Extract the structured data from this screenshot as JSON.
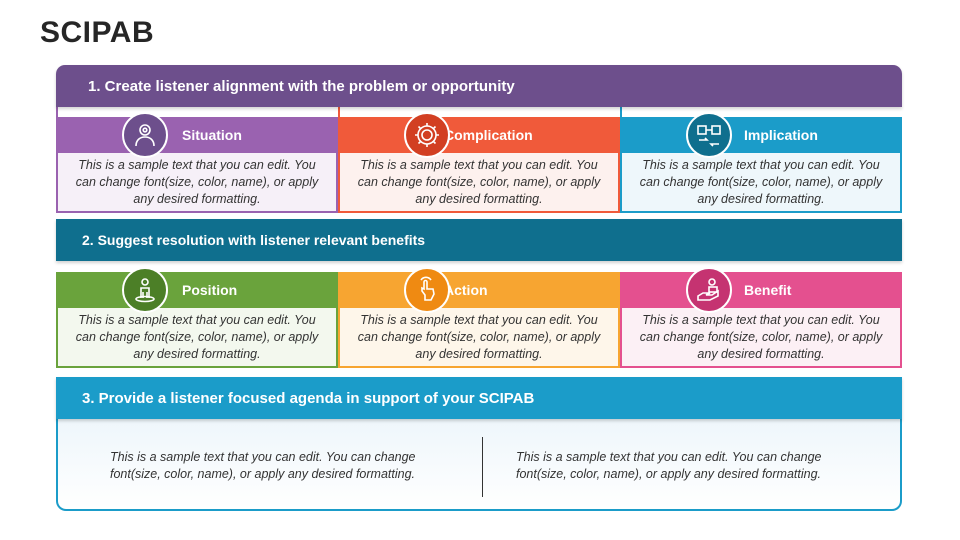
{
  "slide": {
    "title": "SCIPAB"
  },
  "sections": [
    {
      "banner": "1. Create listener alignment with the problem or opportunity",
      "color": "#6d4f8c",
      "cards": [
        {
          "label": "Situation",
          "icon": "person-gear-icon",
          "head_color": "#9a62b0",
          "border_color": "#9a62b0",
          "body_bg": "#f6f0f8",
          "text": "This is a sample text that you can edit. You can change font(size, color, name), or apply any desired formatting."
        },
        {
          "label": "Complication",
          "icon": "gear-tangle-icon",
          "head_color": "#f05a3a",
          "border_color": "#f05a3a",
          "body_bg": "#fdf1ee",
          "text": "This is a sample text that you can edit. You can change font(size, color, name), or apply any desired formatting."
        },
        {
          "label": "Implication",
          "icon": "puzzle-arrows-icon",
          "head_color": "#1b9cc9",
          "border_color": "#1b9cc9",
          "body_bg": "#eef7fb",
          "text": "This is a sample text that you can edit. You can change font(size, color, name), or apply any desired formatting."
        }
      ]
    },
    {
      "banner": "2. Suggest resolution with listener relevant benefits",
      "color": "#0f6f8e",
      "cards": [
        {
          "label": "Position",
          "icon": "person-pin-icon",
          "head_color": "#6aa33c",
          "border_color": "#6aa33c",
          "body_bg": "#f3f8ee",
          "text": "This is a sample text that you can edit. You can change font(size, color, name), or apply any desired formatting."
        },
        {
          "label": "Action",
          "icon": "hand-tap-icon",
          "head_color": "#f7a531",
          "border_color": "#f7a531",
          "body_bg": "#fef6ea",
          "text": "This is a sample text that you can edit. You can change font(size, color, name), or apply any desired formatting."
        },
        {
          "label": "Benefit",
          "icon": "hand-coins-icon",
          "head_color": "#e4508f",
          "border_color": "#e4508f",
          "body_bg": "#fcf0f5",
          "text": "This is a sample text that you can edit. You can change font(size, color, name), or apply any desired formatting."
        }
      ]
    },
    {
      "banner": "3. Provide a listener focused agenda in support of your SCIPAB",
      "color": "#1b9cc9",
      "texts": [
        "This is a sample text that you can edit. You can change font(size, color, name), or apply any desired formatting.",
        "This is a sample text that you can edit. You can change font(size, color, name), or apply any desired formatting."
      ]
    }
  ]
}
